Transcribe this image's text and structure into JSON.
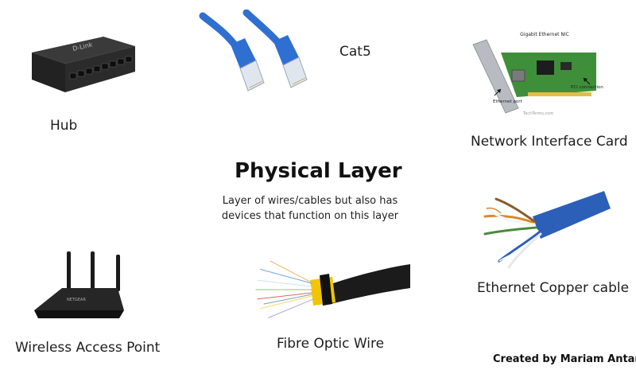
{
  "title": "Physical Layer",
  "subtitle_line1": "Layer of wires/cables but also has",
  "subtitle_line2": "devices that function on this layer",
  "credit": "Created by Mariam Antar",
  "devices": {
    "hub": {
      "label": "Hub",
      "brand": "D-Link"
    },
    "cat5": {
      "label": "Cat5"
    },
    "nic": {
      "label": "Network Interface Card",
      "caption_title": "Gigabit Ethernet NIC",
      "caption_port": "Ethernet port",
      "caption_pci": "PCI connection",
      "watermark": "TechTerms.com"
    },
    "wap": {
      "label": "Wireless Access Point",
      "brand": "NETGEAR"
    },
    "fibre": {
      "label": "Fibre Optic Wire"
    },
    "copper": {
      "label": "Ethernet Copper cable"
    }
  },
  "colors": {
    "cable_blue": "#2f6fd1",
    "hub_body": "#2b2b2b",
    "nic_board": "#3f8f3a",
    "fibre_yellow": "#f2c500",
    "copper_blue": "#2b5fb8"
  }
}
